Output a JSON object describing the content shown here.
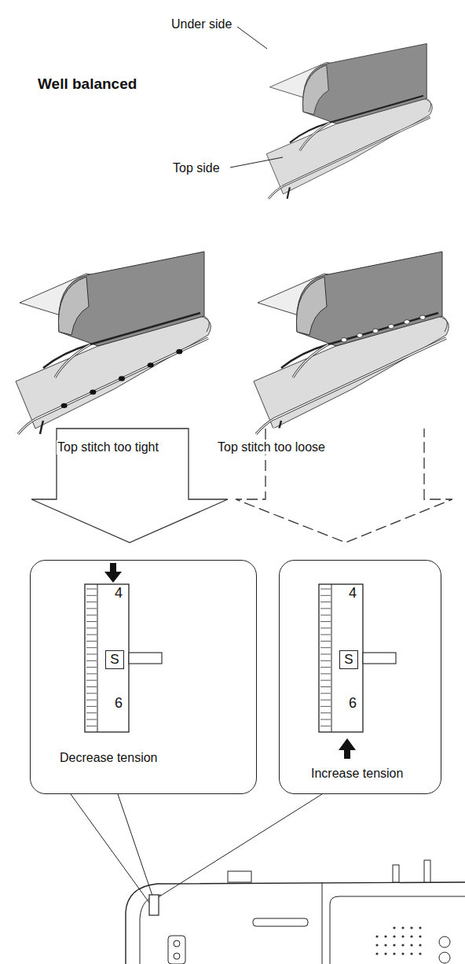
{
  "diagram": {
    "nodes": [
      {
        "text": [
          "4",
          "6",
          "Decrease tension"
        ]
      },
      {
        "text": [
          "S"
        ],
        "in": 0
      },
      {
        "text": [
          "4",
          "6",
          "Increase tension"
        ]
      },
      {
        "text": [
          "S"
        ],
        "in": 2
      }
    ],
    "labels": [
      "Under side",
      "Well balanced",
      "Top side",
      "Top stitch too tight",
      "Top stitch too loose"
    ]
  }
}
